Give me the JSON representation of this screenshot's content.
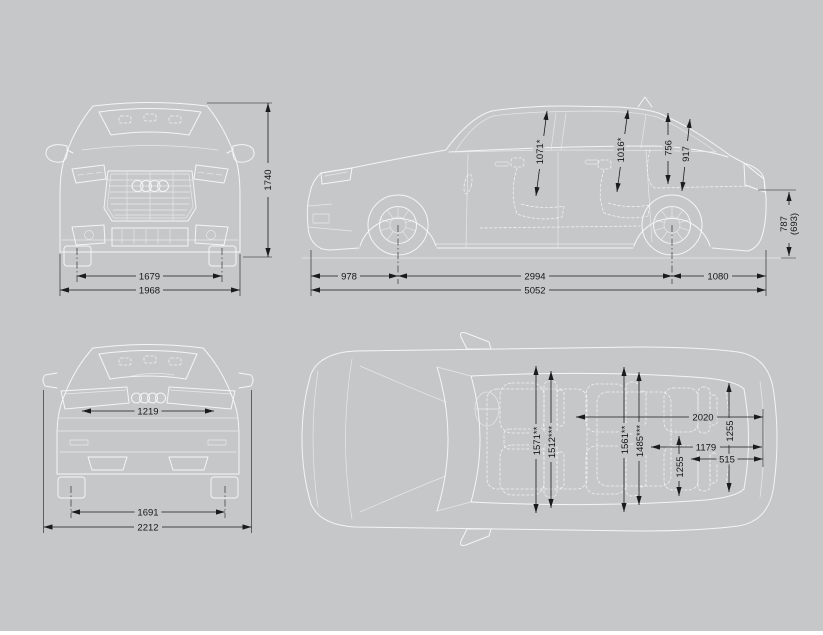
{
  "diagram": "vehicle-dimensions-four-view-blueprint",
  "colors": {
    "background": "#c6c7c9",
    "car_line": "#f7f8f8",
    "dimension_line": "#1b1b1b"
  },
  "views": {
    "front": {
      "height": "1740",
      "track_front": "1679",
      "width": "1968"
    },
    "side": {
      "headroom_front": "1071*",
      "headroom_rear": "1016*",
      "rear_compartment_height": "756",
      "load_area_height": "917",
      "load_sill_height": "787",
      "load_sill_height_alt": "(693)",
      "front_overhang": "978",
      "wheelbase": "2994",
      "rear_overhang": "1080",
      "length": "5052"
    },
    "rear": {
      "tailgate_width": "1219",
      "track_rear": "1691",
      "width_with_mirrors": "2212"
    },
    "top": {
      "elbow_width_front": "1571**",
      "shoulder_width_front": "1512***",
      "elbow_width_rear": "1561**",
      "shoulder_width_rear": "1485***",
      "load_length_max": "2020",
      "load_width_upper": "1255",
      "load_length_floor": "1179",
      "load_width_lower": "1255",
      "load_width_between_arches": "515"
    }
  }
}
